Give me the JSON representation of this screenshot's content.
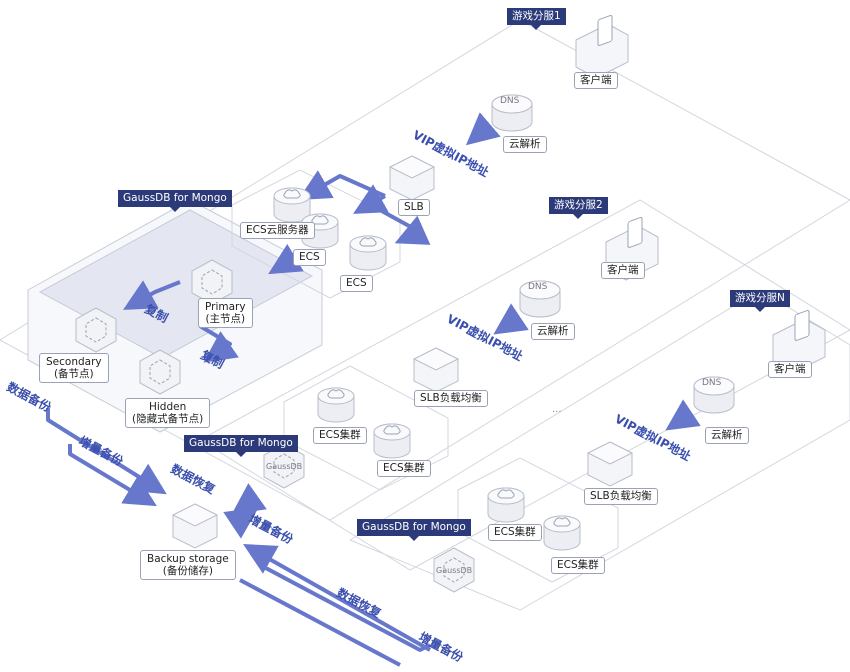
{
  "zones": {
    "zone1": "游戏分服1",
    "zone2": "游戏分服2",
    "zoneN": "游戏分服N"
  },
  "gauss_tag": "GaussDB for Mongo",
  "labels": {
    "client": "客户端",
    "dns": "云解析",
    "slb": "SLB",
    "slb_lb": "SLB负载均衡",
    "ecs_server": "ECS云服务器",
    "ecs": "ECS",
    "ecs_cluster": "ECS集群",
    "primary": "Primary",
    "primary_cn": "(主节点)",
    "secondary": "Secondary",
    "secondary_cn": "(备节点)",
    "hidden": "Hidden",
    "hidden_cn": "(隐藏式备节点)",
    "backup": "Backup storage",
    "backup_cn": "(备份储存)"
  },
  "flow_labels": {
    "vip": "VIP虚拟IP地址",
    "replicate": "复制",
    "data_backup": "数据备份",
    "incremental_backup": "增量备份",
    "data_restore": "数据恢复"
  },
  "icon_text": {
    "dns": "DNS",
    "gauss": "GaussDB"
  },
  "ellipsis": "...",
  "colors": {
    "arrow": "#6677cc",
    "tag": "#2c3a7a",
    "text_blue": "#3a4fae",
    "outline": "#c8ccd8"
  }
}
